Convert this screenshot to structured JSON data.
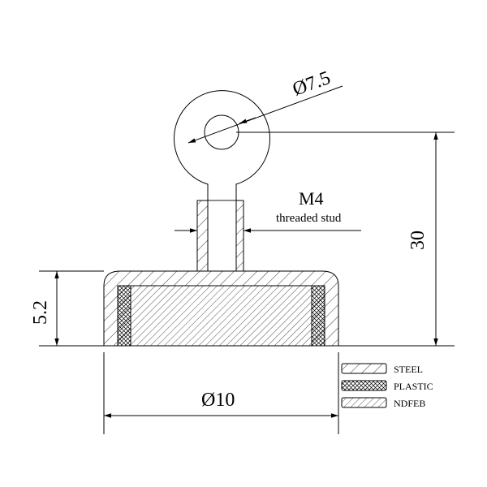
{
  "dimensions": {
    "eye_diameter": "Ø7.5",
    "stud_label": "M4",
    "stud_sublabel": "threaded stud",
    "height": "30",
    "base_height": "5.2",
    "base_diameter": "Ø10"
  },
  "legend": [
    {
      "label": "STEEL",
      "pattern": "steel"
    },
    {
      "label": "PLASTIC",
      "pattern": "plastic"
    },
    {
      "label": "NDFEB",
      "pattern": "ndfeb"
    }
  ]
}
